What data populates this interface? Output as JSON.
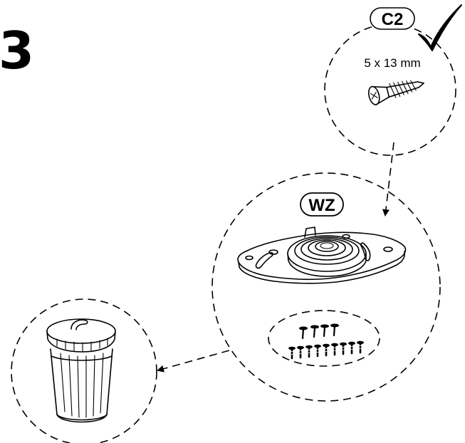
{
  "step_number": "3",
  "screw_callout": {
    "part_code": "C2",
    "size_text": "5 x 13 mm",
    "status_icon": "checkmark-icon"
  },
  "assembly": {
    "part_code": "WZ",
    "part_icon": "mount-plate-icon",
    "hardware_icon": "screw-bag-icon"
  },
  "discard": {
    "icon": "trash-bin-icon"
  }
}
